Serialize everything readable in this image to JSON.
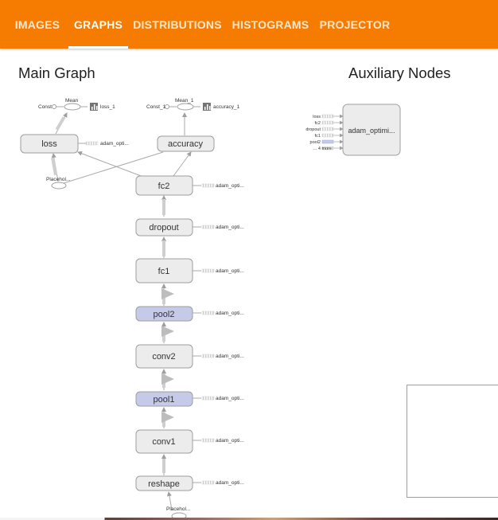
{
  "nav": {
    "tabs": [
      {
        "label": "IMAGES"
      },
      {
        "label": "GRAPHS"
      },
      {
        "label": "DISTRIBUTIONS"
      },
      {
        "label": "HISTOGRAMS"
      },
      {
        "label": "PROJECTOR"
      }
    ],
    "active_tab": "GRAPHS",
    "accent_color": "#f57c00"
  },
  "main_graph": {
    "title": "Main Graph",
    "nodes": {
      "loss": "loss",
      "accuracy": "accuracy",
      "fc2": "fc2",
      "dropout": "dropout",
      "fc1": "fc1",
      "pool2": "pool2",
      "conv2": "conv2",
      "pool1": "pool1",
      "conv1": "conv1",
      "reshape": "reshape"
    },
    "small_labels": {
      "mean": "Mean",
      "mean_1": "Mean_1",
      "const": "Const",
      "const_1": "Const_1",
      "loss_1": "loss_1",
      "accuracy_1": "accuracy_1",
      "placeholder_a": "Placehol...",
      "placeholder_b": "Placehol...",
      "adam_opti_loss": "adam_opti...",
      "adam_opti": "adam_opti..."
    }
  },
  "auxiliary": {
    "title": "Auxiliary Nodes",
    "node_label": "adam_optimi...",
    "inputs": [
      "loss",
      "fc2",
      "dropout",
      "fc1",
      "pool2",
      "... 4 more"
    ]
  },
  "colors": {
    "node_fill": "#ececec",
    "node_stroke": "#9e9e9e",
    "pooled_node_fill": "#c5cae9",
    "edge": "#9e9e9e"
  }
}
